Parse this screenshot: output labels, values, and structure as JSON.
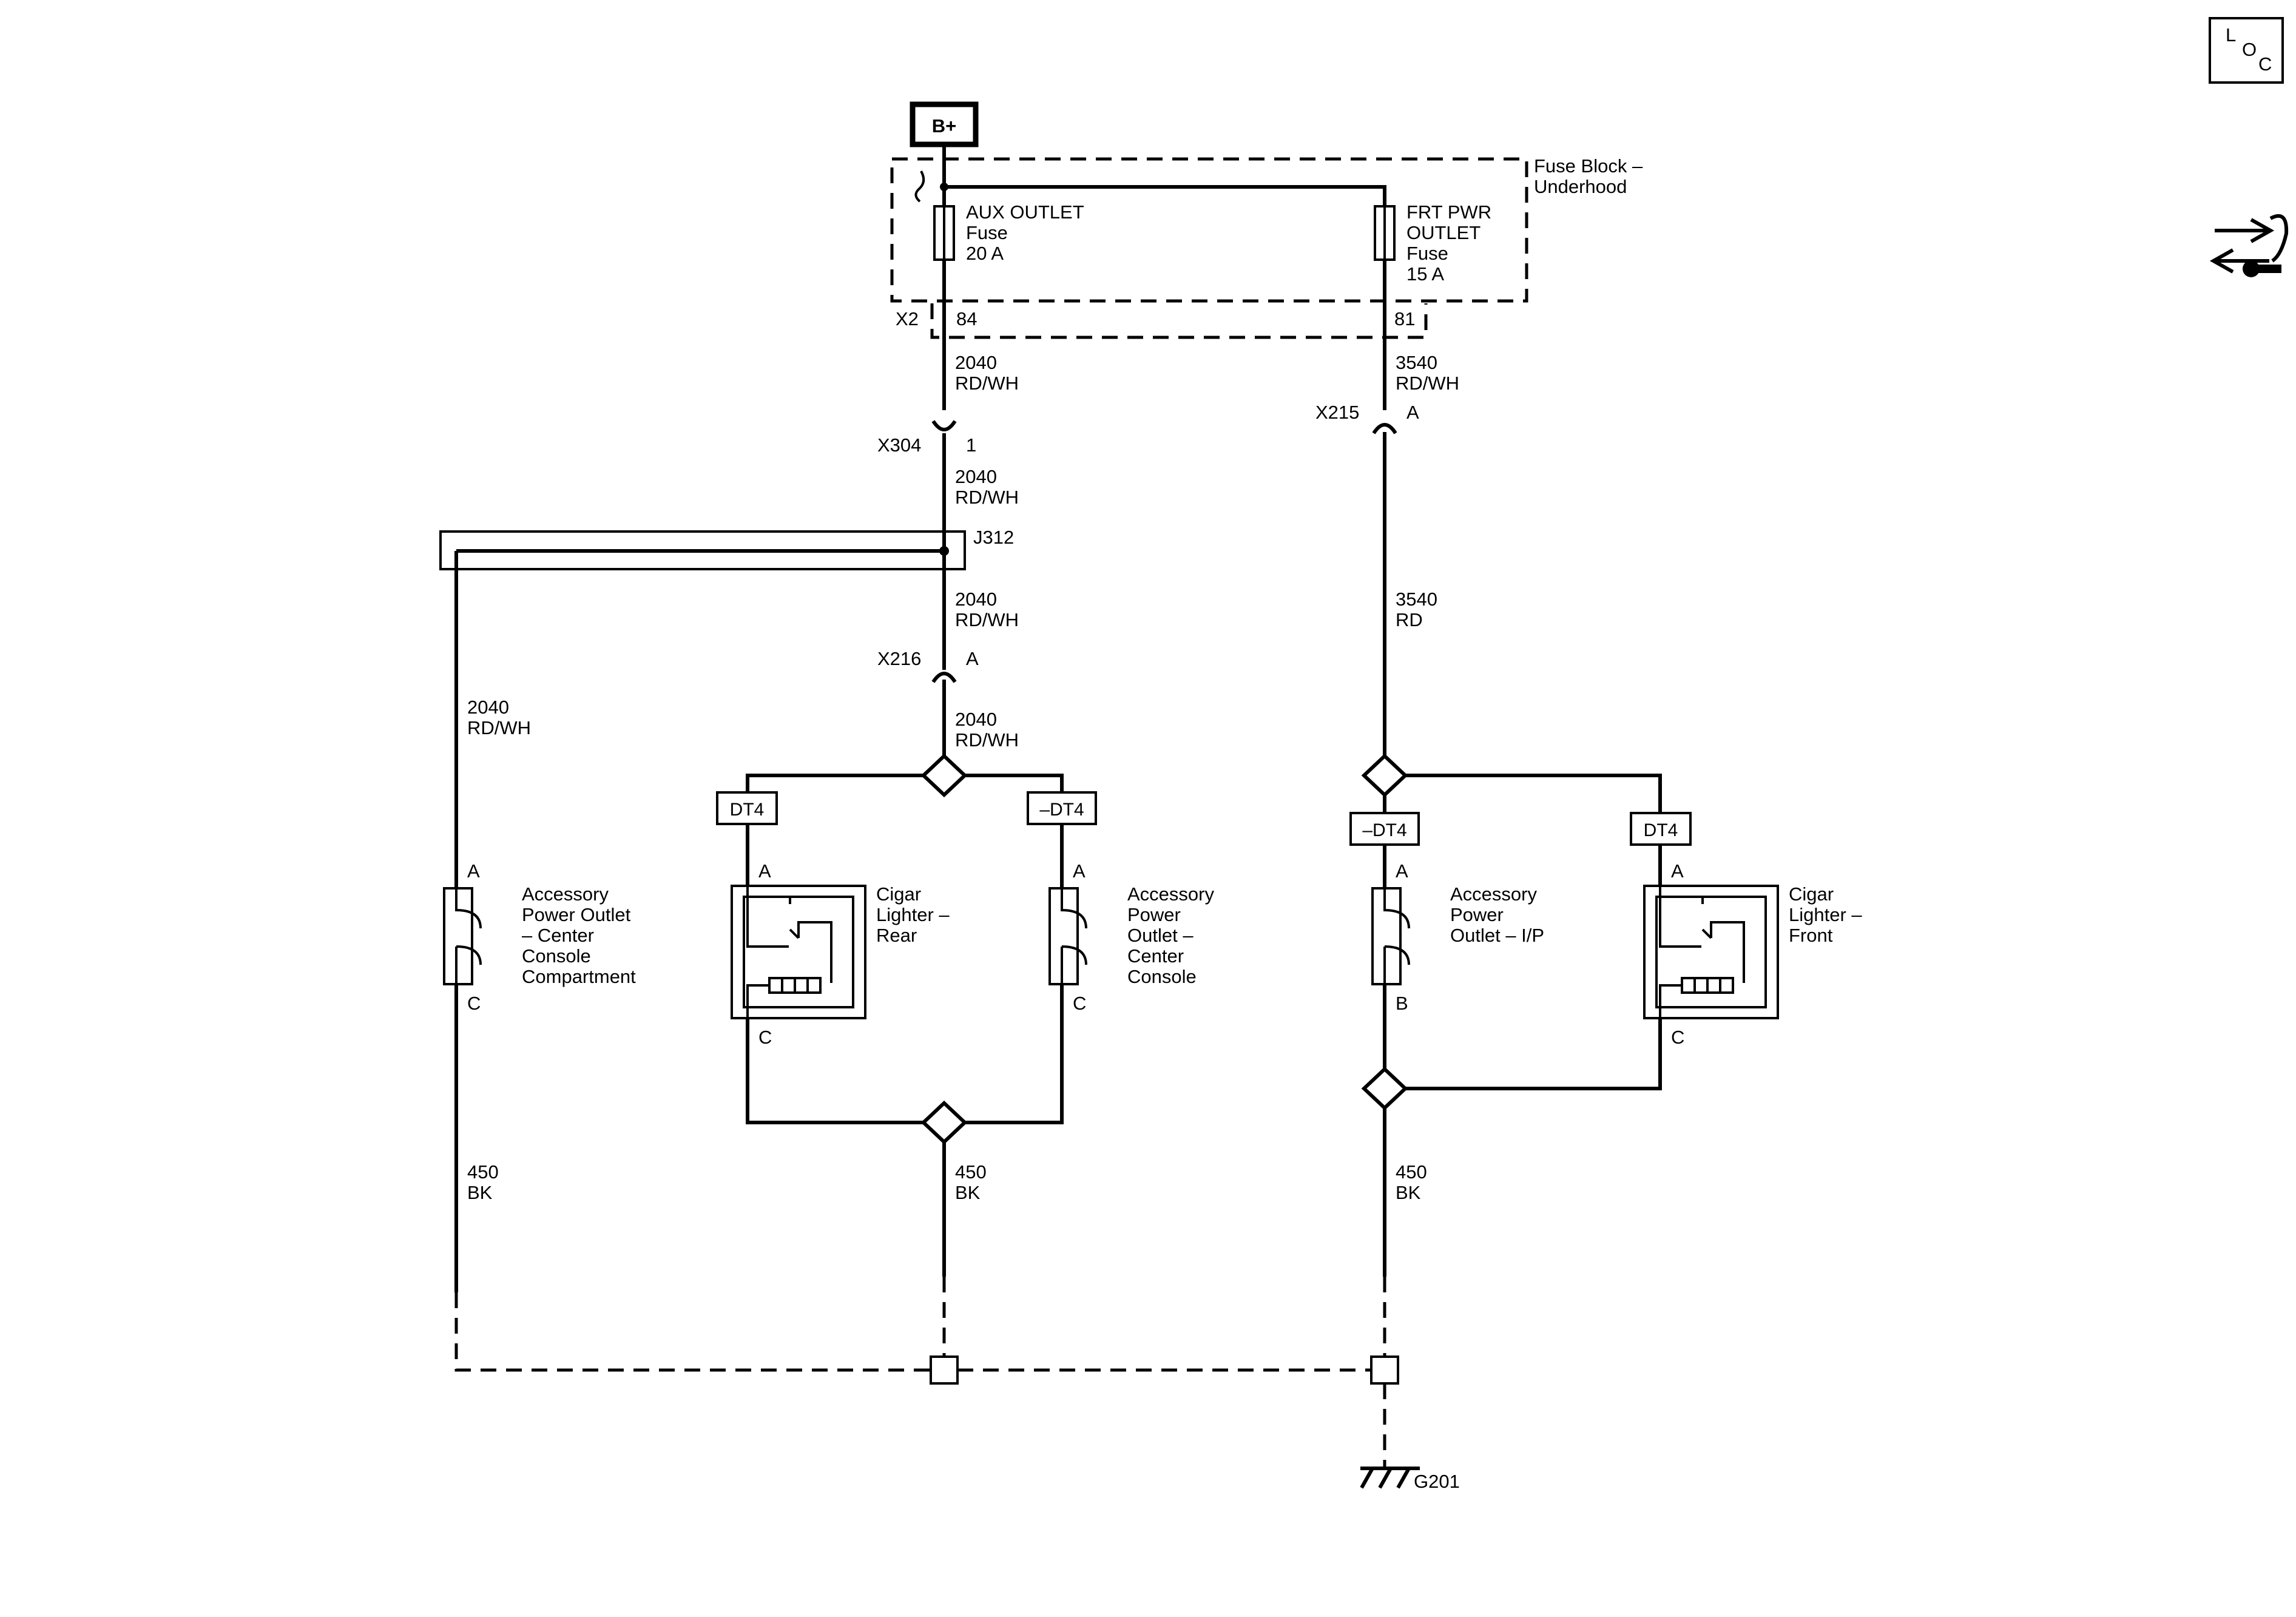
{
  "power": {
    "label": "B+"
  },
  "fuse_block": {
    "label_line1": "Fuse Block –",
    "label_line2": "Underhood"
  },
  "fuses": [
    {
      "name_line1": "AUX OUTLET",
      "name_line2": "Fuse",
      "name_line3": "20 A"
    },
    {
      "name_line1": "FRT PWR",
      "name_line2": "OUTLET",
      "name_line3": "Fuse",
      "name_line4": "15 A"
    }
  ],
  "connectors": {
    "x2": {
      "name": "X2",
      "pin_left": "84",
      "pin_right": "81"
    },
    "x304": {
      "name": "X304",
      "pin": "1"
    },
    "x215": {
      "name": "X215",
      "pin": "A"
    },
    "x216": {
      "name": "X216",
      "pin": "A"
    },
    "j312": {
      "name": "J312"
    }
  },
  "wires": {
    "w2040": {
      "circuit": "2040",
      "color": "RD/WH"
    },
    "w3540a": {
      "circuit": "3540",
      "color": "RD/WH"
    },
    "w3540b": {
      "circuit": "3540",
      "color": "RD"
    },
    "w450": {
      "circuit": "450",
      "color": "BK"
    }
  },
  "option_tags": {
    "dt4": "DT4",
    "not_dt4": "–DT4"
  },
  "components": {
    "apo_ccc": {
      "line1": "Accessory",
      "line2": "Power Outlet",
      "line3": "– Center",
      "line4": "Console",
      "line5": "Compartment",
      "pin_top": "A",
      "pin_bottom": "C"
    },
    "cigar_rear": {
      "line1": "Cigar",
      "line2": "Lighter –",
      "line3": "Rear",
      "pin_top": "A",
      "pin_bottom": "C"
    },
    "apo_cc": {
      "line1": "Accessory",
      "line2": "Power",
      "line3": "Outlet –",
      "line4": "Center",
      "line5": "Console",
      "pin_top": "A",
      "pin_bottom": "C"
    },
    "apo_ip": {
      "line1": "Accessory",
      "line2": "Power",
      "line3": "Outlet – I/P",
      "pin_top": "A",
      "pin_bottom": "B"
    },
    "cigar_front": {
      "line1": "Cigar",
      "line2": "Lighter –",
      "line3": "Front",
      "pin_top": "A",
      "pin_bottom": "C"
    }
  },
  "ground": {
    "label": "G201"
  },
  "loc_icon": {
    "l": "L",
    "o": "O",
    "c": "C",
    "icon": "locator-icon"
  },
  "service_icon": {
    "icon": "wrench-arrows-icon"
  }
}
